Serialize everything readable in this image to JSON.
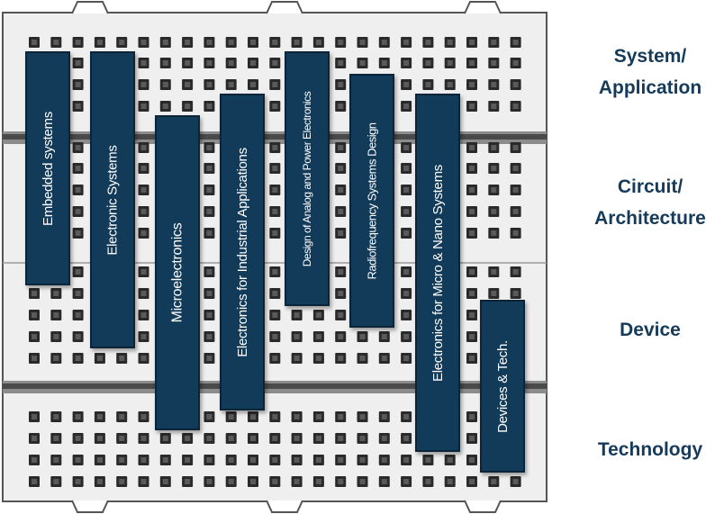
{
  "levels": {
    "system": [
      "System/",
      "Application"
    ],
    "circuit": [
      "Circuit/",
      "Architecture"
    ],
    "device": [
      "Device"
    ],
    "technology": [
      "Technology"
    ]
  },
  "modules": [
    {
      "id": "embedded-systems",
      "label": "Embedded systems"
    },
    {
      "id": "electronic-systems",
      "label": "Electronic Systems"
    },
    {
      "id": "microelectronics",
      "label": "Microelectronics"
    },
    {
      "id": "electronics-industrial",
      "label": "Electronics for Industrial Applications"
    },
    {
      "id": "analog-power",
      "label": "Design of Analog and Power Electronics"
    },
    {
      "id": "radiofrequency",
      "label": "Radiofrequency Systems Design"
    },
    {
      "id": "micro-nano",
      "label": "Electronics for Micro & Nano Systems"
    },
    {
      "id": "devices-tech",
      "label": "Devices & Tech."
    }
  ],
  "colors": {
    "chip": "#123a59",
    "level_text": "#153a5a",
    "board": "#efefef",
    "board_border": "#555555",
    "hole": "#2a2a2a"
  }
}
